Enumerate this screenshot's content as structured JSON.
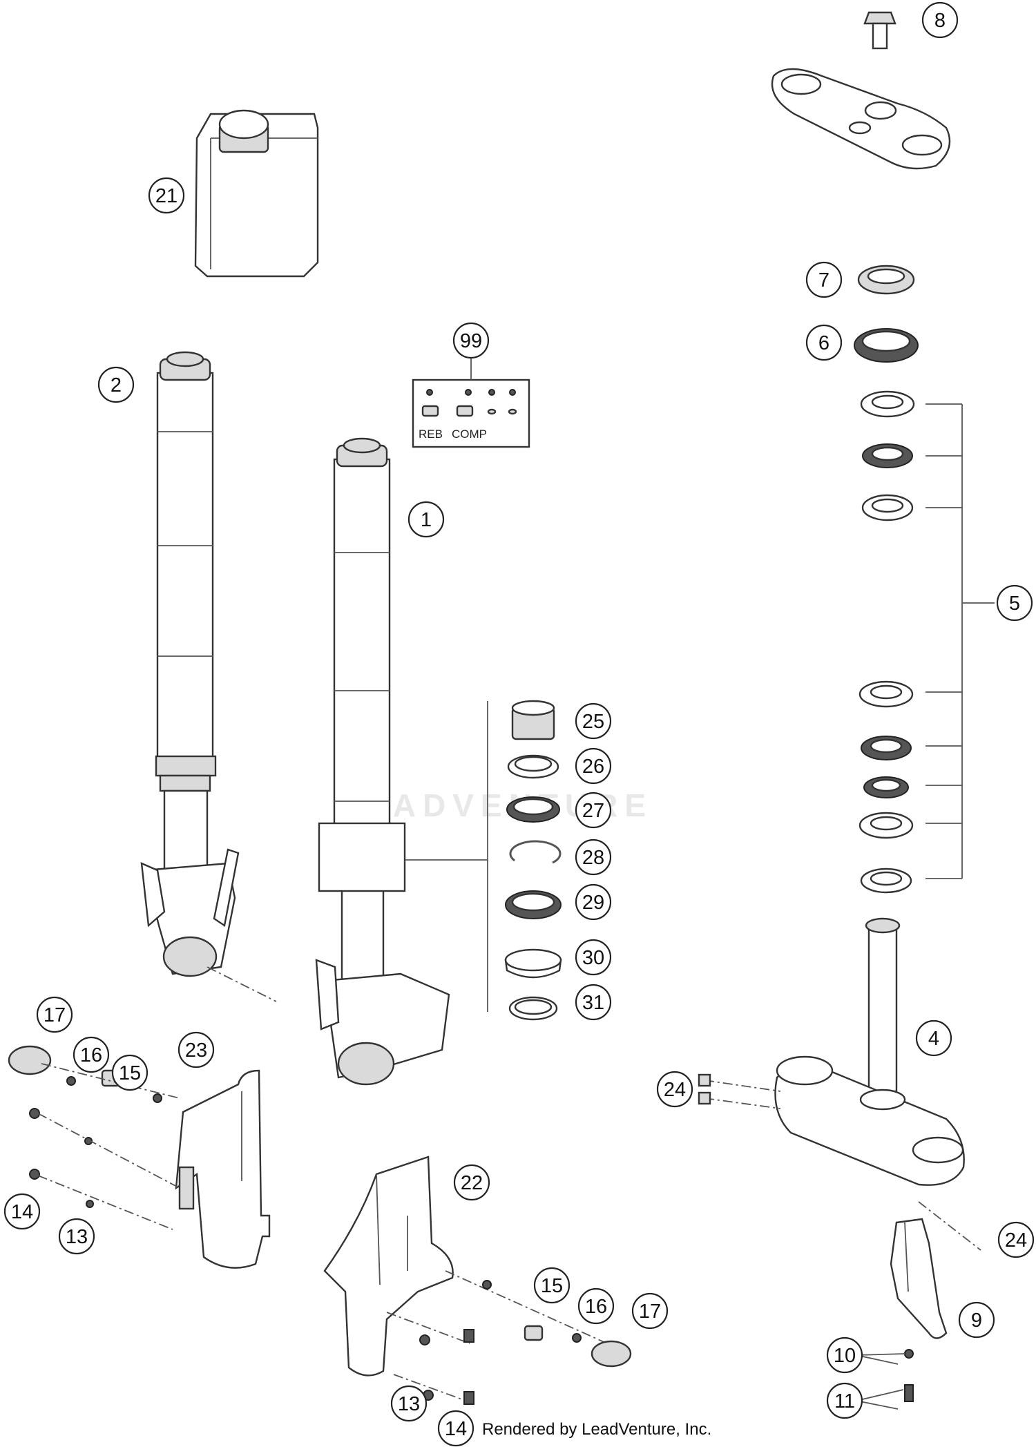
{
  "kit_labels": {
    "reb": "REB",
    "comp": "COMP"
  },
  "credit": "Rendered by LeadVenture, Inc.",
  "watermark": "LEADVENTURE",
  "callouts": [
    {
      "id": "c8",
      "label": "8"
    },
    {
      "id": "c21",
      "label": "21"
    },
    {
      "id": "c7",
      "label": "7"
    },
    {
      "id": "c6",
      "label": "6"
    },
    {
      "id": "c99",
      "label": "99"
    },
    {
      "id": "c2",
      "label": "2"
    },
    {
      "id": "c1",
      "label": "1"
    },
    {
      "id": "c5",
      "label": "5"
    },
    {
      "id": "c25",
      "label": "25"
    },
    {
      "id": "c26",
      "label": "26"
    },
    {
      "id": "c27",
      "label": "27"
    },
    {
      "id": "c28",
      "label": "28"
    },
    {
      "id": "c29",
      "label": "29"
    },
    {
      "id": "c30",
      "label": "30"
    },
    {
      "id": "c31",
      "label": "31"
    },
    {
      "id": "c17a",
      "label": "17"
    },
    {
      "id": "c16a",
      "label": "16"
    },
    {
      "id": "c15a",
      "label": "15"
    },
    {
      "id": "c23",
      "label": "23"
    },
    {
      "id": "c4",
      "label": "4"
    },
    {
      "id": "c24a",
      "label": "24"
    },
    {
      "id": "c14a",
      "label": "14"
    },
    {
      "id": "c13a",
      "label": "13"
    },
    {
      "id": "c22",
      "label": "22"
    },
    {
      "id": "c24b",
      "label": "24"
    },
    {
      "id": "c15b",
      "label": "15"
    },
    {
      "id": "c16b",
      "label": "16"
    },
    {
      "id": "c17b",
      "label": "17"
    },
    {
      "id": "c9",
      "label": "9"
    },
    {
      "id": "c10",
      "label": "10"
    },
    {
      "id": "c13b",
      "label": "13"
    },
    {
      "id": "c11",
      "label": "11"
    },
    {
      "id": "c14b",
      "label": "14"
    }
  ]
}
